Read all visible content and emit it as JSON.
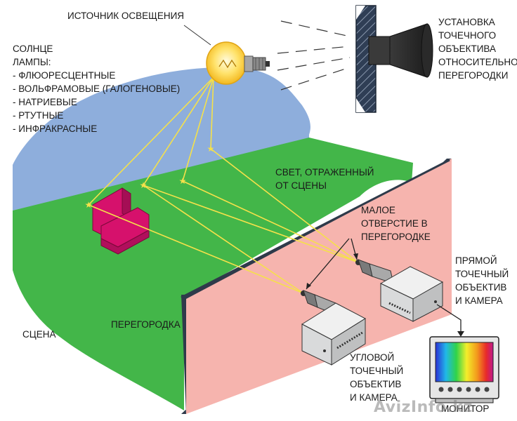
{
  "colors": {
    "sky": "#8eaedc",
    "grass": "#43b649",
    "partition": "#f6b4ae",
    "partition_edge": "#2f3a4a",
    "object": "#d6116c",
    "ray": "#f5e14a",
    "camera_body": "#d9dadb",
    "monitor_frame": "#e6e6e6"
  },
  "labels": {
    "light_source": "ИСТОЧНИК ОСВЕЩЕНИЯ",
    "sources_title": "СОЛНЦЕ\nЛАМПЫ:",
    "source_types": [
      "- ФЛЮОРЕСЦЕНТНЫЕ",
      "- ВОЛЬФРАМОВЫЕ (ГАЛОГЕНОВЫЕ)",
      "- НАТРИЕВЫЕ",
      "- РТУТНЫЕ",
      "- ИНФРАКРАСНЫЕ"
    ],
    "mount_setup": "УСТАНОВКА\nТОЧЕЧНОГО\nОБЪЕКТИВА\nОТНОСИТЕЛЬНО\nПЕРЕГОРОДКИ",
    "reflected_light": "СВЕТ, ОТРАЖЕННЫЙ\nОТ СЦЕНЫ",
    "small_hole": "МАЛОЕ\nОТВЕРСТИЕ В\nПЕРЕГОРОДКЕ",
    "straight_camera": "ПРЯМОЙ\nТОЧЕЧНЫЙ\nОБЪЕКТИВ\nИ КАМЕРА",
    "partition": "ПЕРЕГОРОДКА",
    "scene": "СЦЕНА",
    "angled_camera": "УГЛОВОЙ\nТОЧЕЧНЫЙ\nОБЪЕКТИВ\nИ КАМЕРА",
    "monitor": "МОНИТОР"
  },
  "watermark": "AvizInfo.kz",
  "icons": [
    "light-bulb-icon",
    "mount-camera-icon",
    "camera-icon",
    "monitor-icon",
    "star-icon"
  ]
}
